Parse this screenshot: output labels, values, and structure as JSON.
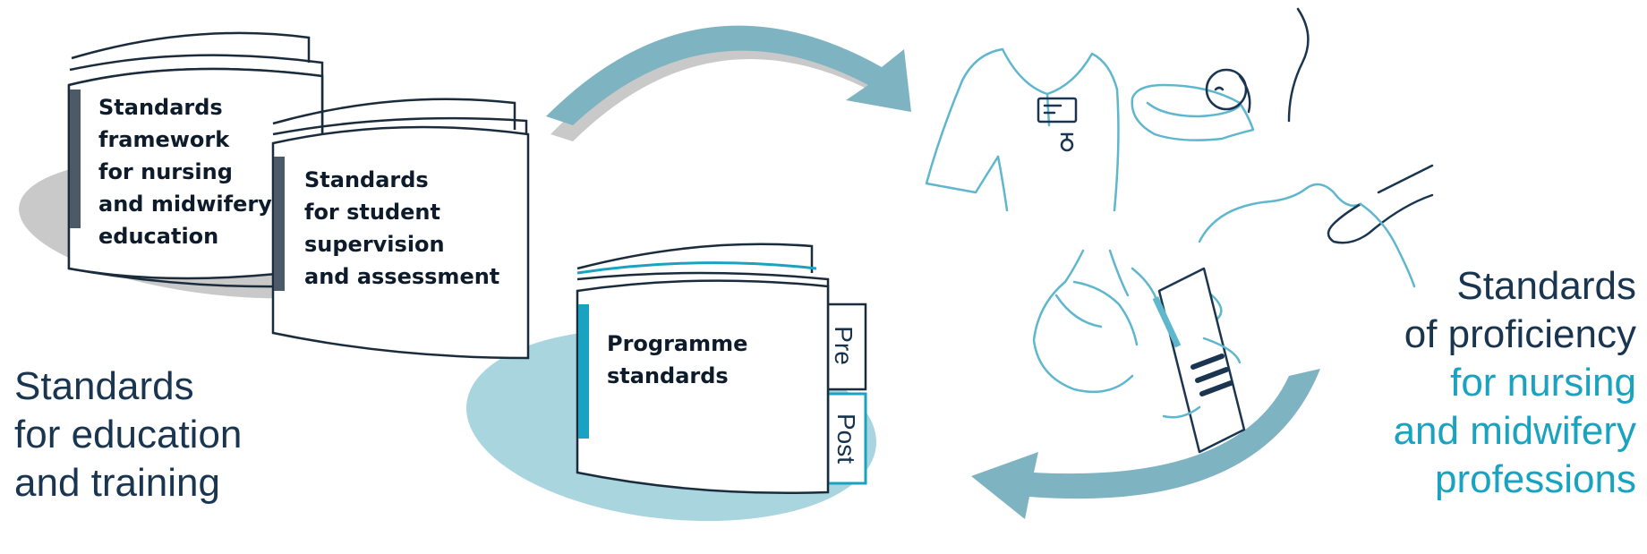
{
  "colors": {
    "navy": "#1a3550",
    "teal": "#19a3c0",
    "line_teal": "#5fb7cd",
    "arrow_fill": "#7eb3c2",
    "shadow_grey": "#c9c9c9",
    "shadow_teal": "#9fd0db",
    "book_spine": "#4b5a66"
  },
  "books": {
    "framework": {
      "label": "Standards\nframework\nfor nursing\nand midwifery\neducation"
    },
    "supervision": {
      "label": "Standards\nfor student\nsupervision\nand assessment"
    },
    "programme": {
      "label": "Programme\nstandards",
      "tab_pre": "Pre",
      "tab_post": "Post"
    }
  },
  "captions": {
    "education_training": {
      "lines": [
        "Standards",
        "for education",
        "and training"
      ]
    },
    "proficiency": {
      "title_lines": [
        "Standards",
        "of proficiency"
      ],
      "subtitle_lines": [
        "for nursing",
        "and midwifery",
        "professions"
      ]
    }
  },
  "icons": {
    "top_arrow": "curved-arrow-right-icon",
    "bottom_arrow": "curved-arrow-left-icon",
    "nurse": "nurse-uniform-icon",
    "baby": "newborn-baby-icon",
    "feeding": "breastfeeding-icon",
    "clipboard": "clipboard-holder-icon"
  }
}
